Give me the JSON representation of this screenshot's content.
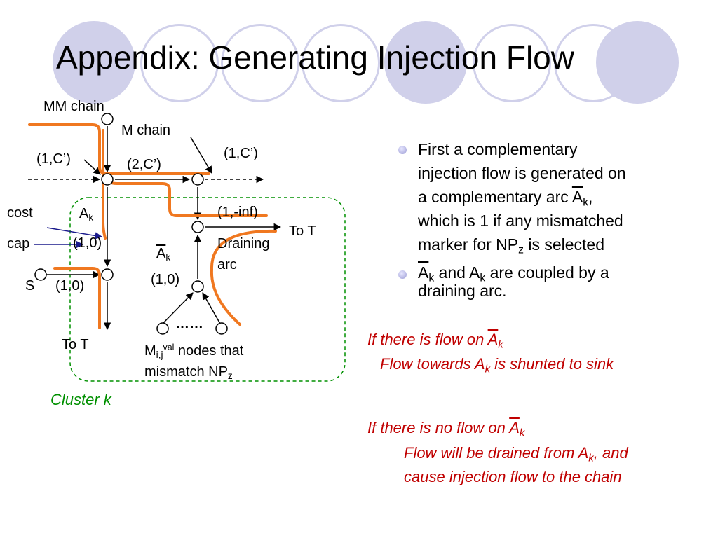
{
  "slide": {
    "title": "Appendix: Generating Injection Flow",
    "accent_circle_color": "#d0d0ea",
    "flow_color": "#f07820"
  },
  "diagram": {
    "mm_chain": "MM chain",
    "m_chain": "M chain",
    "left_cap": "(1,C’)",
    "mid_cap": "(2,C’)",
    "right_cap": "(1,C’)",
    "inf_cap": "(1,-inf)",
    "cost": "cost",
    "cap": "cap",
    "ak_arc": "(1,0)",
    "ak_bar_arc": "(1,0)",
    "s_label": "S",
    "s_arc": "(1,0)",
    "to_t_right": "To T",
    "to_t_bottom": "To T",
    "draining_arc_1": "Draining",
    "draining_arc_2": "arc",
    "ellipsis": "……",
    "nodes_suffix": " nodes that",
    "nodes_line2": "mismatch NP",
    "cluster": "Cluster k"
  },
  "bullets": {
    "b1_line1": "First a complementary",
    "b1_line2": "injection flow is generated on",
    "b1_line3": "a complementary arc ",
    "b1_line4": "which is 1 if any mismatched",
    "b1_line5": "marker for NP",
    "b1_line5_tail": " is selected",
    "b2_line1_mid": " and ",
    "b2_line1_tail": " are coupled by a",
    "b2_line2": "draining arc."
  },
  "notes": {
    "flow_line1": "If there is flow on ",
    "flow_line2_a": "Flow towards ",
    "flow_line2_b": " is shunted to sink",
    "noflow_line1": "If there is no flow on ",
    "noflow_line2_a": "Flow will be drained from ",
    "noflow_line2_b": ", and",
    "noflow_line3": "cause injection flow to the chain"
  }
}
